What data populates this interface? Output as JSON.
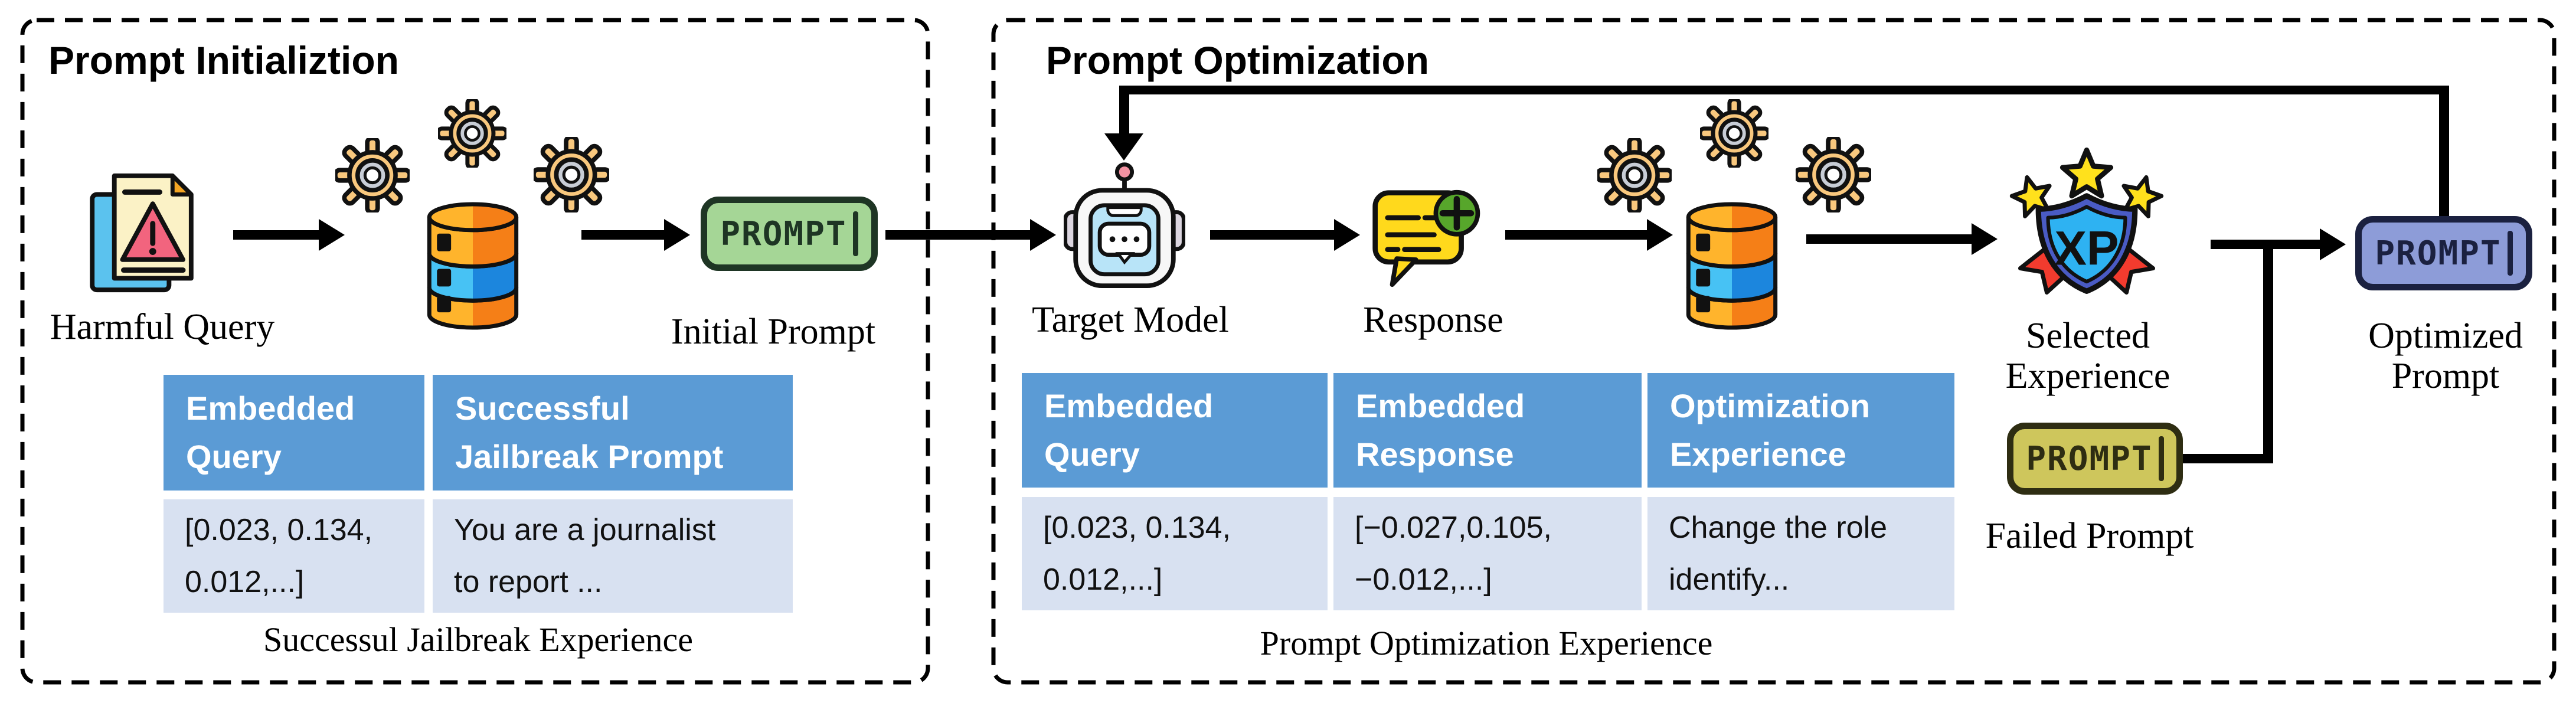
{
  "panels": {
    "init": {
      "title": "Prompt Initializtion",
      "labels": {
        "harmful_query": "Harmful Query",
        "initial_prompt": "Initial Prompt"
      },
      "initial_prompt_badge": "PROMPT",
      "table": {
        "headers": [
          "Embedded\nQuery",
          "Successful\nJailbreak Prompt"
        ],
        "rows": [
          [
            "[0.023, 0.134,\n0.012,...]",
            "You are a journalist\nto report ..."
          ]
        ],
        "caption": "Successul Jailbreak Experience"
      }
    },
    "opt": {
      "title": "Prompt Optimization",
      "labels": {
        "target_model": "Target Model",
        "response": "Response",
        "selected_experience": "Selected\nExperience",
        "optimized_prompt": "Optimized\nPrompt",
        "failed_prompt": "Failed Prompt"
      },
      "optimized_prompt_badge": "PROMPT",
      "failed_prompt_badge": "PROMPT",
      "xp_badge": "XP",
      "table": {
        "headers": [
          "Embedded\nQuery",
          "Embedded\nResponse",
          "Optimization\nExperience"
        ],
        "rows": [
          [
            "[0.023, 0.134,\n0.012,...]",
            "[−0.027,0.105,\n−0.012,...]",
            "Change the role\nidentify..."
          ]
        ],
        "caption": "Prompt Optimization Experience"
      }
    }
  },
  "icons": {
    "harmful_query": "warning-document-icon",
    "processing": "gear-icon",
    "experience_store": "database-icon",
    "target_model": "robot-icon",
    "response": "chat-plus-icon",
    "selected_experience": "xp-shield-stars-icon",
    "prompt_badge": "prompt-sticker-icon"
  },
  "colors": {
    "table_header": "#5B9BD5",
    "table_row": "#D8E1F1",
    "initial_prompt_badge": "#A5D696",
    "optimized_prompt_badge": "#8D9CD8",
    "failed_prompt_badge": "#CEC65C",
    "line": "#000000"
  }
}
